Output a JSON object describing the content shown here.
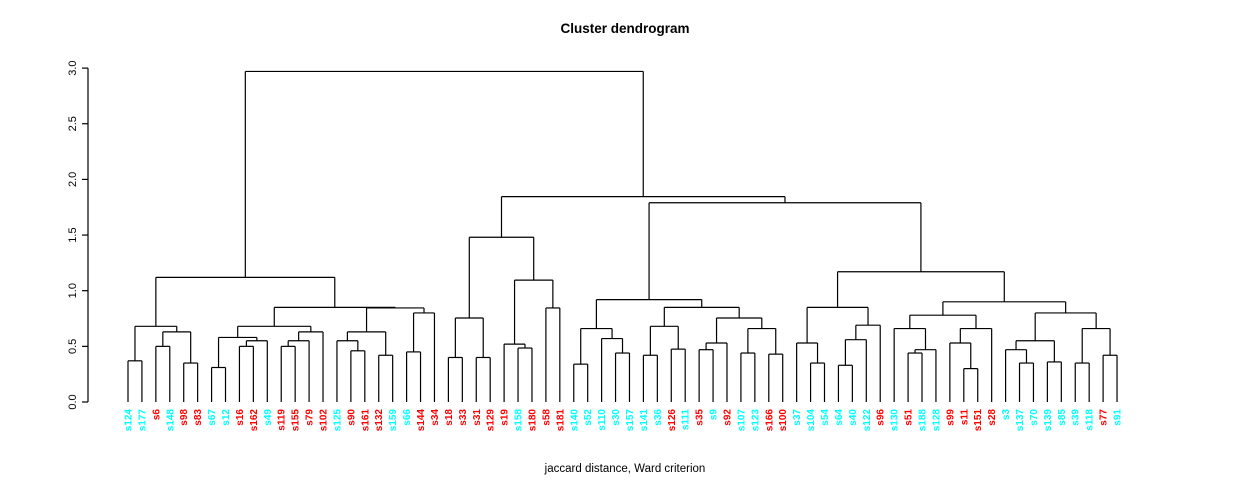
{
  "chart_data": {
    "type": "dendrogram",
    "title": "Cluster dendrogram",
    "xlabel": "jaccard distance, Ward criterion",
    "ylabel": "",
    "ylim": [
      0.0,
      3.0
    ],
    "yticks": [
      "0.0",
      "0.5",
      "1.0",
      "1.5",
      "2.0",
      "2.5",
      "3.0"
    ],
    "grid": false,
    "legend": "none",
    "line_color": "#000000",
    "leaf_colors": {
      "cyan": "#00FFFF",
      "red": "#FF0000"
    },
    "leaves": [
      {
        "label": "s124",
        "color": "cyan"
      },
      {
        "label": "s177",
        "color": "cyan"
      },
      {
        "label": "s6",
        "color": "red"
      },
      {
        "label": "s148",
        "color": "cyan"
      },
      {
        "label": "s98",
        "color": "red"
      },
      {
        "label": "s83",
        "color": "red"
      },
      {
        "label": "s67",
        "color": "cyan"
      },
      {
        "label": "s12",
        "color": "cyan"
      },
      {
        "label": "s16",
        "color": "red"
      },
      {
        "label": "s162",
        "color": "red"
      },
      {
        "label": "s49",
        "color": "cyan"
      },
      {
        "label": "s119",
        "color": "red"
      },
      {
        "label": "s155",
        "color": "red"
      },
      {
        "label": "s79",
        "color": "red"
      },
      {
        "label": "s102",
        "color": "red"
      },
      {
        "label": "s125",
        "color": "cyan"
      },
      {
        "label": "s90",
        "color": "red"
      },
      {
        "label": "s161",
        "color": "red"
      },
      {
        "label": "s132",
        "color": "red"
      },
      {
        "label": "s159",
        "color": "cyan"
      },
      {
        "label": "s66",
        "color": "cyan"
      },
      {
        "label": "s144",
        "color": "red"
      },
      {
        "label": "s34",
        "color": "red"
      },
      {
        "label": "s18",
        "color": "red"
      },
      {
        "label": "s33",
        "color": "red"
      },
      {
        "label": "s31",
        "color": "red"
      },
      {
        "label": "s129",
        "color": "red"
      },
      {
        "label": "s19",
        "color": "red"
      },
      {
        "label": "s158",
        "color": "cyan"
      },
      {
        "label": "s180",
        "color": "red"
      },
      {
        "label": "s58",
        "color": "red"
      },
      {
        "label": "s181",
        "color": "red"
      },
      {
        "label": "s140",
        "color": "cyan"
      },
      {
        "label": "s52",
        "color": "cyan"
      },
      {
        "label": "s110",
        "color": "cyan"
      },
      {
        "label": "s30",
        "color": "cyan"
      },
      {
        "label": "s157",
        "color": "cyan"
      },
      {
        "label": "s141",
        "color": "cyan"
      },
      {
        "label": "s36",
        "color": "cyan"
      },
      {
        "label": "s126",
        "color": "red"
      },
      {
        "label": "s111",
        "color": "cyan"
      },
      {
        "label": "s35",
        "color": "red"
      },
      {
        "label": "s9",
        "color": "cyan"
      },
      {
        "label": "s92",
        "color": "red"
      },
      {
        "label": "s107",
        "color": "cyan"
      },
      {
        "label": "s123",
        "color": "cyan"
      },
      {
        "label": "s166",
        "color": "red"
      },
      {
        "label": "s100",
        "color": "red"
      },
      {
        "label": "s37",
        "color": "cyan"
      },
      {
        "label": "s104",
        "color": "cyan"
      },
      {
        "label": "s54",
        "color": "cyan"
      },
      {
        "label": "s64",
        "color": "cyan"
      },
      {
        "label": "s40",
        "color": "cyan"
      },
      {
        "label": "s122",
        "color": "cyan"
      },
      {
        "label": "s96",
        "color": "red"
      },
      {
        "label": "s130",
        "color": "cyan"
      },
      {
        "label": "s51",
        "color": "red"
      },
      {
        "label": "s188",
        "color": "cyan"
      },
      {
        "label": "s128",
        "color": "cyan"
      },
      {
        "label": "s99",
        "color": "red"
      },
      {
        "label": "s11",
        "color": "red"
      },
      {
        "label": "s151",
        "color": "red"
      },
      {
        "label": "s28",
        "color": "red"
      },
      {
        "label": "s3",
        "color": "cyan"
      },
      {
        "label": "s137",
        "color": "cyan"
      },
      {
        "label": "s70",
        "color": "cyan"
      },
      {
        "label": "s139",
        "color": "cyan"
      },
      {
        "label": "s85",
        "color": "cyan"
      },
      {
        "label": "s39",
        "color": "cyan"
      },
      {
        "label": "s118",
        "color": "cyan"
      },
      {
        "label": "s77",
        "color": "red"
      },
      {
        "label": "s91",
        "color": "cyan"
      }
    ],
    "tree": [
      2.97,
      [
        1.12,
        [
          0.68,
          [
            0.37,
            "s124",
            "s177"
          ],
          [
            0.63,
            [
              0.5,
              "s6",
              "s148"
            ],
            [
              0.35,
              "s98",
              "s83"
            ]
          ]
        ],
        [
          0.85,
          [
            0.68,
            [
              0.58,
              [
                0.31,
                "s67",
                "s12"
              ],
              [
                0.55,
                [
                  0.5,
                  "s16",
                  "s162"
                ],
                "s49"
              ]
            ],
            [
              0.63,
              [
                0.55,
                [
                  0.5,
                  "s119",
                  "s155"
                ],
                "s79"
              ],
              "s102"
            ]
          ],
          [
            0.845,
            [
              0.63,
              [
                0.55,
                "s125",
                [
                  0.46,
                  "s90",
                  "s161"
                ]
              ],
              [
                0.42,
                "s132",
                "s159"
              ]
            ],
            [
              0.8,
              [
                0.45,
                "s66",
                "s144"
              ],
              "s34"
            ]
          ]
        ]
      ],
      [
        1.845,
        [
          1.48,
          [
            0.755,
            [
              0.4,
              "s18",
              "s33"
            ],
            [
              0.4,
              "s31",
              "s129"
            ]
          ],
          [
            1.095,
            [
              0.52,
              "s19",
              [
                0.485,
                "s158",
                "s180"
              ]
            ],
            [
              0.845,
              "s58",
              "s181"
            ]
          ]
        ],
        [
          1.79,
          [
            0.92,
            [
              0.66,
              [
                0.34,
                "s140",
                "s52"
              ],
              [
                0.57,
                "s110",
                [
                  0.44,
                  "s30",
                  "s157"
                ]
              ]
            ],
            [
              0.85,
              [
                0.68,
                [
                  0.42,
                  "s141",
                  "s36"
                ],
                [
                  0.475,
                  "s126",
                  "s111"
                ]
              ],
              [
                0.755,
                [
                  0.53,
                  [
                    0.47,
                    "s35",
                    "s9"
                  ],
                  "s92"
                ],
                [
                  0.66,
                  [
                    0.44,
                    "s107",
                    "s123"
                  ],
                  [
                    0.43,
                    "s166",
                    "s100"
                  ]
                ]
              ]
            ]
          ],
          [
            1.17,
            [
              0.85,
              [
                0.53,
                "s37",
                [
                  0.35,
                  "s104",
                  "s54"
                ]
              ],
              [
                0.69,
                [
                  0.56,
                  [
                    0.33,
                    "s64",
                    "s40"
                  ],
                  "s122"
                ],
                "s96"
              ]
            ],
            [
              0.9,
              [
                0.78,
                [
                  0.66,
                  "s130",
                  [
                    0.47,
                    [
                      0.44,
                      "s51",
                      "s188"
                    ],
                    "s128"
                  ]
                ],
                [
                  0.66,
                  [
                    0.53,
                    "s99",
                    [
                      0.3,
                      "s11",
                      "s151"
                    ]
                  ],
                  "s28"
                ]
              ],
              [
                0.8,
                [
                  0.55,
                  [
                    0.47,
                    "s3",
                    [
                      0.35,
                      "s137",
                      "s70"
                    ]
                  ],
                  [
                    0.36,
                    "s139",
                    "s85"
                  ]
                ],
                [
                  0.66,
                  [
                    0.35,
                    "s39",
                    "s118"
                  ],
                  [
                    0.42,
                    "s77",
                    "s91"
                  ]
                ]
              ]
            ]
          ]
        ]
      ]
    ]
  }
}
